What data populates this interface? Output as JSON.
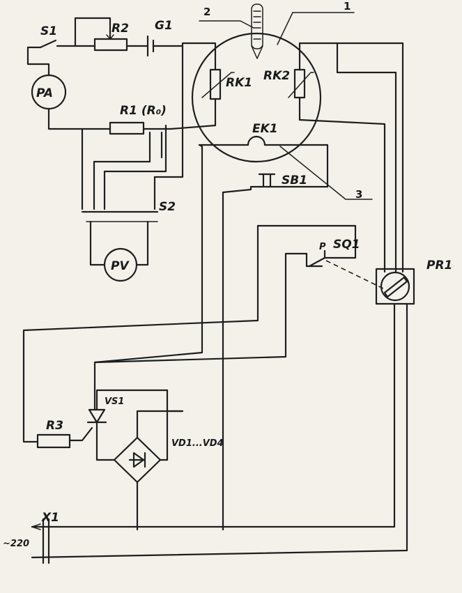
{
  "diagram": {
    "labels": {
      "callout_1": "1",
      "callout_2": "2",
      "callout_3": "3",
      "s1": "S1",
      "r2": "R2",
      "g1": "G1",
      "pa": "PA",
      "rk1": "RK1",
      "rk2": "RK2",
      "r1": "R1 (R₀)",
      "ek1": "EK1",
      "sb1": "SB1",
      "s2": "S2",
      "pv": "PV",
      "sq1": "SQ1",
      "sq1_mark": "P",
      "pr1": "PR1",
      "vs1": "VS1",
      "r3": "R3",
      "vd_bridge": "VD1...VD4",
      "x1": "X1",
      "supply": "~220"
    }
  }
}
